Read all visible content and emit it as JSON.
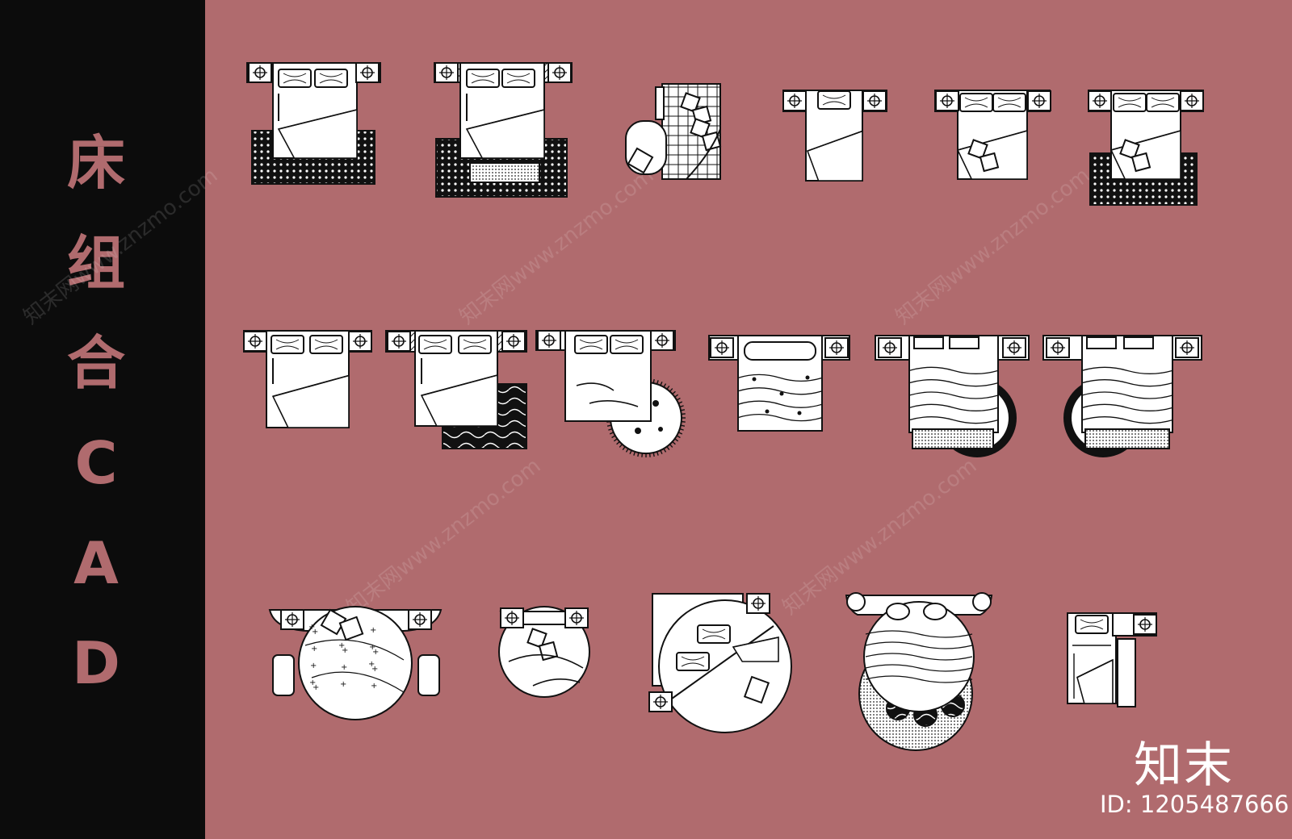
{
  "sidebar": {
    "title_chars": [
      "床",
      "组",
      "合",
      "C",
      "A",
      "D"
    ]
  },
  "branding": {
    "logo_text": "知末",
    "id_text": "ID: 1205487666",
    "watermark_text": "知末网www.znzmo.com"
  },
  "colors": {
    "background": "#b06b6e",
    "sidebar": "#0c0c0c",
    "title": "#b06b6e",
    "line": "#111111",
    "fill": "#ffffff"
  },
  "symbols": [
    {
      "name": "bed-double-nightstands-rug"
    },
    {
      "name": "bed-double-rug-mat"
    },
    {
      "name": "bed-single-quilted-chair"
    },
    {
      "name": "bed-single-nightstands"
    },
    {
      "name": "bed-double-pillows-toys"
    },
    {
      "name": "bed-double-rug-toys"
    },
    {
      "name": "bed-double-plain"
    },
    {
      "name": "bed-double-patterned-rug"
    },
    {
      "name": "bed-double-round-rug"
    },
    {
      "name": "bed-double-dotted-quilt"
    },
    {
      "name": "bed-king-round-rug"
    },
    {
      "name": "bed-king-round-rug-mirror"
    },
    {
      "name": "bed-round-tufted"
    },
    {
      "name": "bed-round-small"
    },
    {
      "name": "bed-round-square-base"
    },
    {
      "name": "bed-round-ottomans"
    },
    {
      "name": "bed-single-desk"
    }
  ]
}
